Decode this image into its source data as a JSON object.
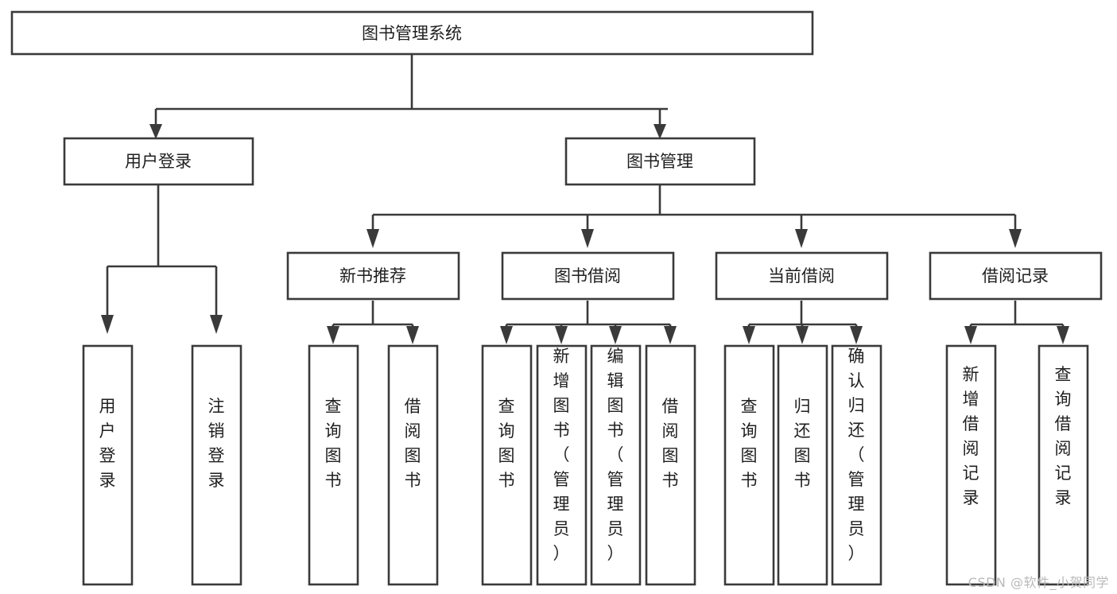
{
  "diagram": {
    "title": "图书管理系统",
    "watermark": "CSDN @软件_小贺同学",
    "colors": {
      "stroke": "#3a3a3a",
      "fill": "#ffffff",
      "text": "#1f1f1f",
      "background": "#ffffff",
      "watermark": "#b9b9b9"
    },
    "root": {
      "label": "图书管理系统"
    },
    "level2": [
      {
        "label": "用户登录"
      },
      {
        "label": "图书管理"
      }
    ],
    "level3": [
      {
        "label": "新书推荐"
      },
      {
        "label": "图书借阅"
      },
      {
        "label": "当前借阅"
      },
      {
        "label": "借阅记录"
      }
    ],
    "leaves": {
      "user_login": [
        {
          "label": "用户登录"
        },
        {
          "label": "注销登录"
        }
      ],
      "new_book_recommend": [
        {
          "label": "查询图书"
        },
        {
          "label": "借阅图书"
        }
      ],
      "book_borrow": [
        {
          "label": "查询图书"
        },
        {
          "label": "新增图书（管理员）"
        },
        {
          "label": "编辑图书（管理员）"
        },
        {
          "label": "借阅图书"
        }
      ],
      "current_borrow": [
        {
          "label": "查询图书"
        },
        {
          "label": "归还图书"
        },
        {
          "label": "确认归还（管理员）"
        }
      ],
      "borrow_record": [
        {
          "label": "新增借阅记录"
        },
        {
          "label": "查询借阅记录"
        }
      ]
    }
  },
  "chart_data": {
    "type": "table",
    "title": "图书管理系统 功能结构图",
    "nodes": [
      {
        "id": "root",
        "label": "图书管理系统",
        "level": 1,
        "parent": null
      },
      {
        "id": "n-user-login",
        "label": "用户登录",
        "level": 2,
        "parent": "root"
      },
      {
        "id": "n-book-manage",
        "label": "图书管理",
        "level": 2,
        "parent": "root"
      },
      {
        "id": "n-new-book",
        "label": "新书推荐",
        "level": 3,
        "parent": "n-book-manage"
      },
      {
        "id": "n-book-borrow",
        "label": "图书借阅",
        "level": 3,
        "parent": "n-book-manage"
      },
      {
        "id": "n-current-borrow",
        "label": "当前借阅",
        "level": 3,
        "parent": "n-book-manage"
      },
      {
        "id": "n-borrow-record",
        "label": "借阅记录",
        "level": 3,
        "parent": "n-book-manage"
      },
      {
        "id": "l1",
        "label": "用户登录",
        "level": 4,
        "parent": "n-user-login"
      },
      {
        "id": "l2",
        "label": "注销登录",
        "level": 4,
        "parent": "n-user-login"
      },
      {
        "id": "l3",
        "label": "查询图书",
        "level": 4,
        "parent": "n-new-book"
      },
      {
        "id": "l4",
        "label": "借阅图书",
        "level": 4,
        "parent": "n-new-book"
      },
      {
        "id": "l5",
        "label": "查询图书",
        "level": 4,
        "parent": "n-book-borrow"
      },
      {
        "id": "l6",
        "label": "新增图书（管理员）",
        "level": 4,
        "parent": "n-book-borrow"
      },
      {
        "id": "l7",
        "label": "编辑图书（管理员）",
        "level": 4,
        "parent": "n-book-borrow"
      },
      {
        "id": "l8",
        "label": "借阅图书",
        "level": 4,
        "parent": "n-book-borrow"
      },
      {
        "id": "l9",
        "label": "查询图书",
        "level": 4,
        "parent": "n-current-borrow"
      },
      {
        "id": "l10",
        "label": "归还图书",
        "level": 4,
        "parent": "n-current-borrow"
      },
      {
        "id": "l11",
        "label": "确认归还（管理员）",
        "level": 4,
        "parent": "n-current-borrow"
      },
      {
        "id": "l12",
        "label": "新增借阅记录",
        "level": 4,
        "parent": "n-borrow-record"
      },
      {
        "id": "l13",
        "label": "查询借阅记录",
        "level": 4,
        "parent": "n-borrow-record"
      }
    ]
  }
}
